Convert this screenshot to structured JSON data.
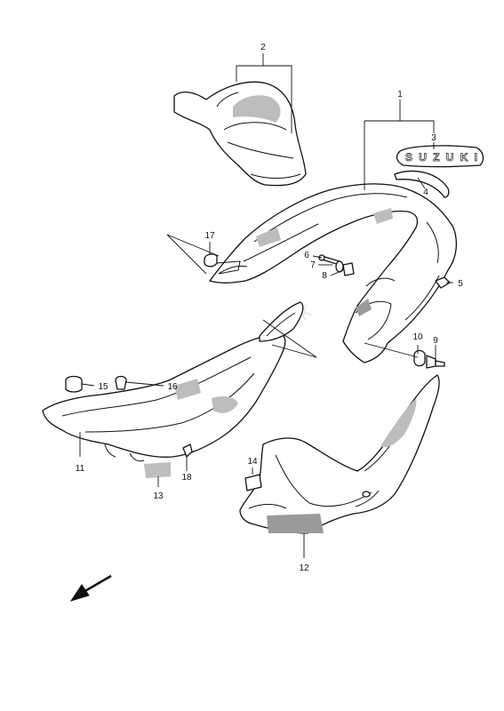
{
  "diagram": {
    "callouts": {
      "c1": "1",
      "c2": "2",
      "c3": "3",
      "c4": "4",
      "c5": "5",
      "c6": "6",
      "c7": "7",
      "c8": "8",
      "c9": "9",
      "c10": "10",
      "c11": "11",
      "c12": "12",
      "c13": "13",
      "c14": "14",
      "c15": "15",
      "c16": "16",
      "c17": "17",
      "c18": "18"
    },
    "emblem_text": "SUZUKI",
    "watermark_text": "PartsRepublik"
  },
  "icons": {
    "direction_arrow": "arrow-down-left-icon"
  },
  "colors": {
    "line": "#111111",
    "shade": "#bdbdbd",
    "background": "#ffffff"
  }
}
